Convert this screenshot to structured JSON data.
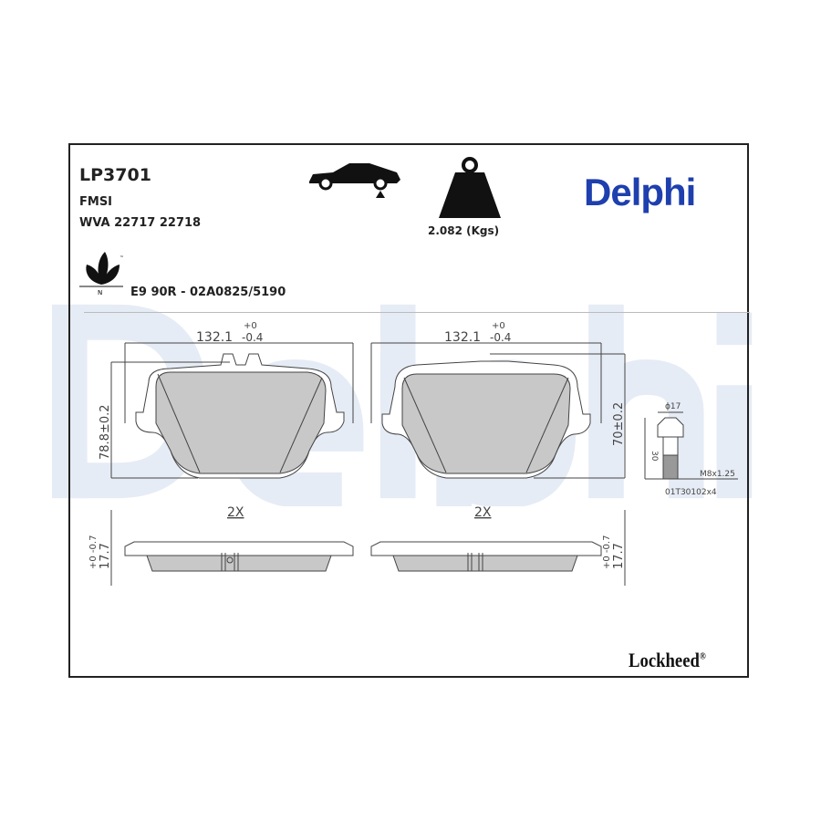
{
  "header": {
    "part_number": "LP3701",
    "fmsi_label": "FMSI",
    "wva": "WVA 22717 22718",
    "approval": "E9 90R - 02A0825/5190",
    "weight": "2.082 (Kgs)",
    "eco_mark": "N",
    "eco_tm": "™"
  },
  "brand": {
    "logo": "Delphi",
    "color": "#1e3fae",
    "watermark": "Delphi",
    "footer_logo": "Lockheed",
    "footer_reg": "®"
  },
  "dimensions": {
    "width_left": "132.1",
    "width_right": "132.1",
    "tol_plus": "+0",
    "tol_minus": "-0.4",
    "height_left": "78.8±0.2",
    "height_right": "70±0.2",
    "thickness_left": "17.7",
    "thickness_right": "17.7",
    "thick_tol": "+0 -0.7",
    "quantity_left": "2X",
    "quantity_right": "2X"
  },
  "bolt": {
    "diameter": "ϕ17",
    "length": "30",
    "thread": "M8x1.25",
    "part": "01T30102x4"
  }
}
